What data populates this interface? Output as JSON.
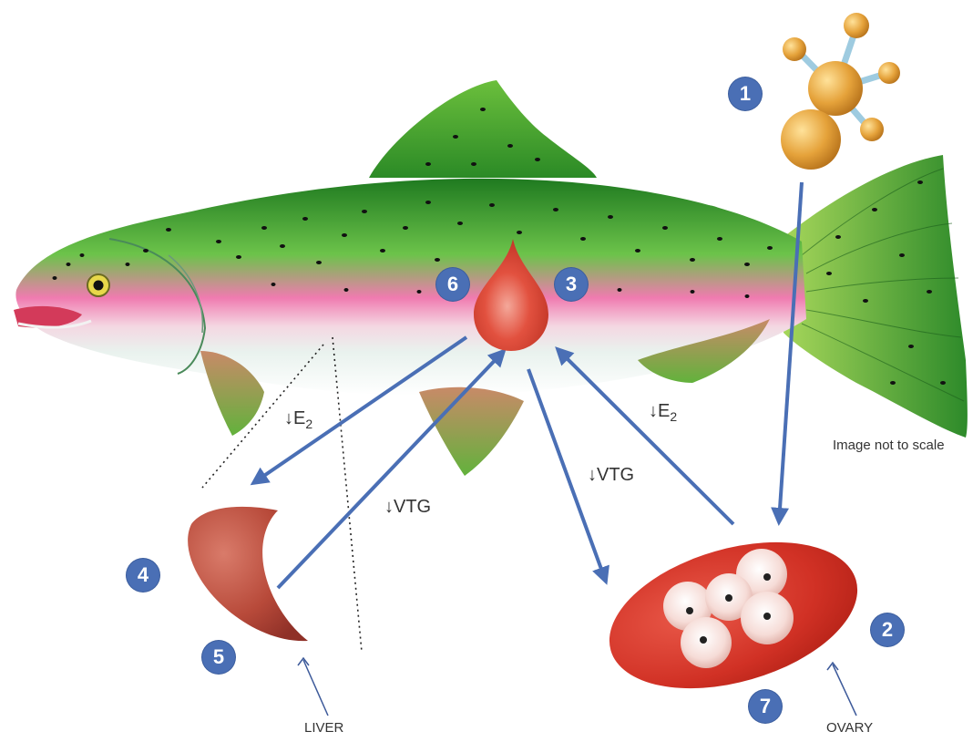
{
  "diagram": {
    "title": "",
    "caption": "Image not to scale",
    "labels": {
      "liver": "LIVER",
      "ovary": "OVARY",
      "e2_left": "↓E",
      "e2_right": "↓E",
      "e2_subscript": "2",
      "vtg_left": "↓VTG",
      "vtg_right": "↓VTG"
    },
    "steps": [
      "1",
      "2",
      "3",
      "4",
      "5",
      "6",
      "7"
    ],
    "colors": {
      "arrow": "#4a6fb5",
      "step_badge": "#4a6fb5",
      "fish_green": "#3aa53a",
      "fish_pink": "#ea6aa4",
      "blood_drop": "#d9473b",
      "liver": "#b8453a",
      "ovary": "#d33327",
      "molecule": "#e3a23c"
    },
    "icons": [
      "trout-illustration",
      "molecule-icon",
      "blood-drop-icon",
      "liver-icon",
      "ovary-icon"
    ]
  }
}
